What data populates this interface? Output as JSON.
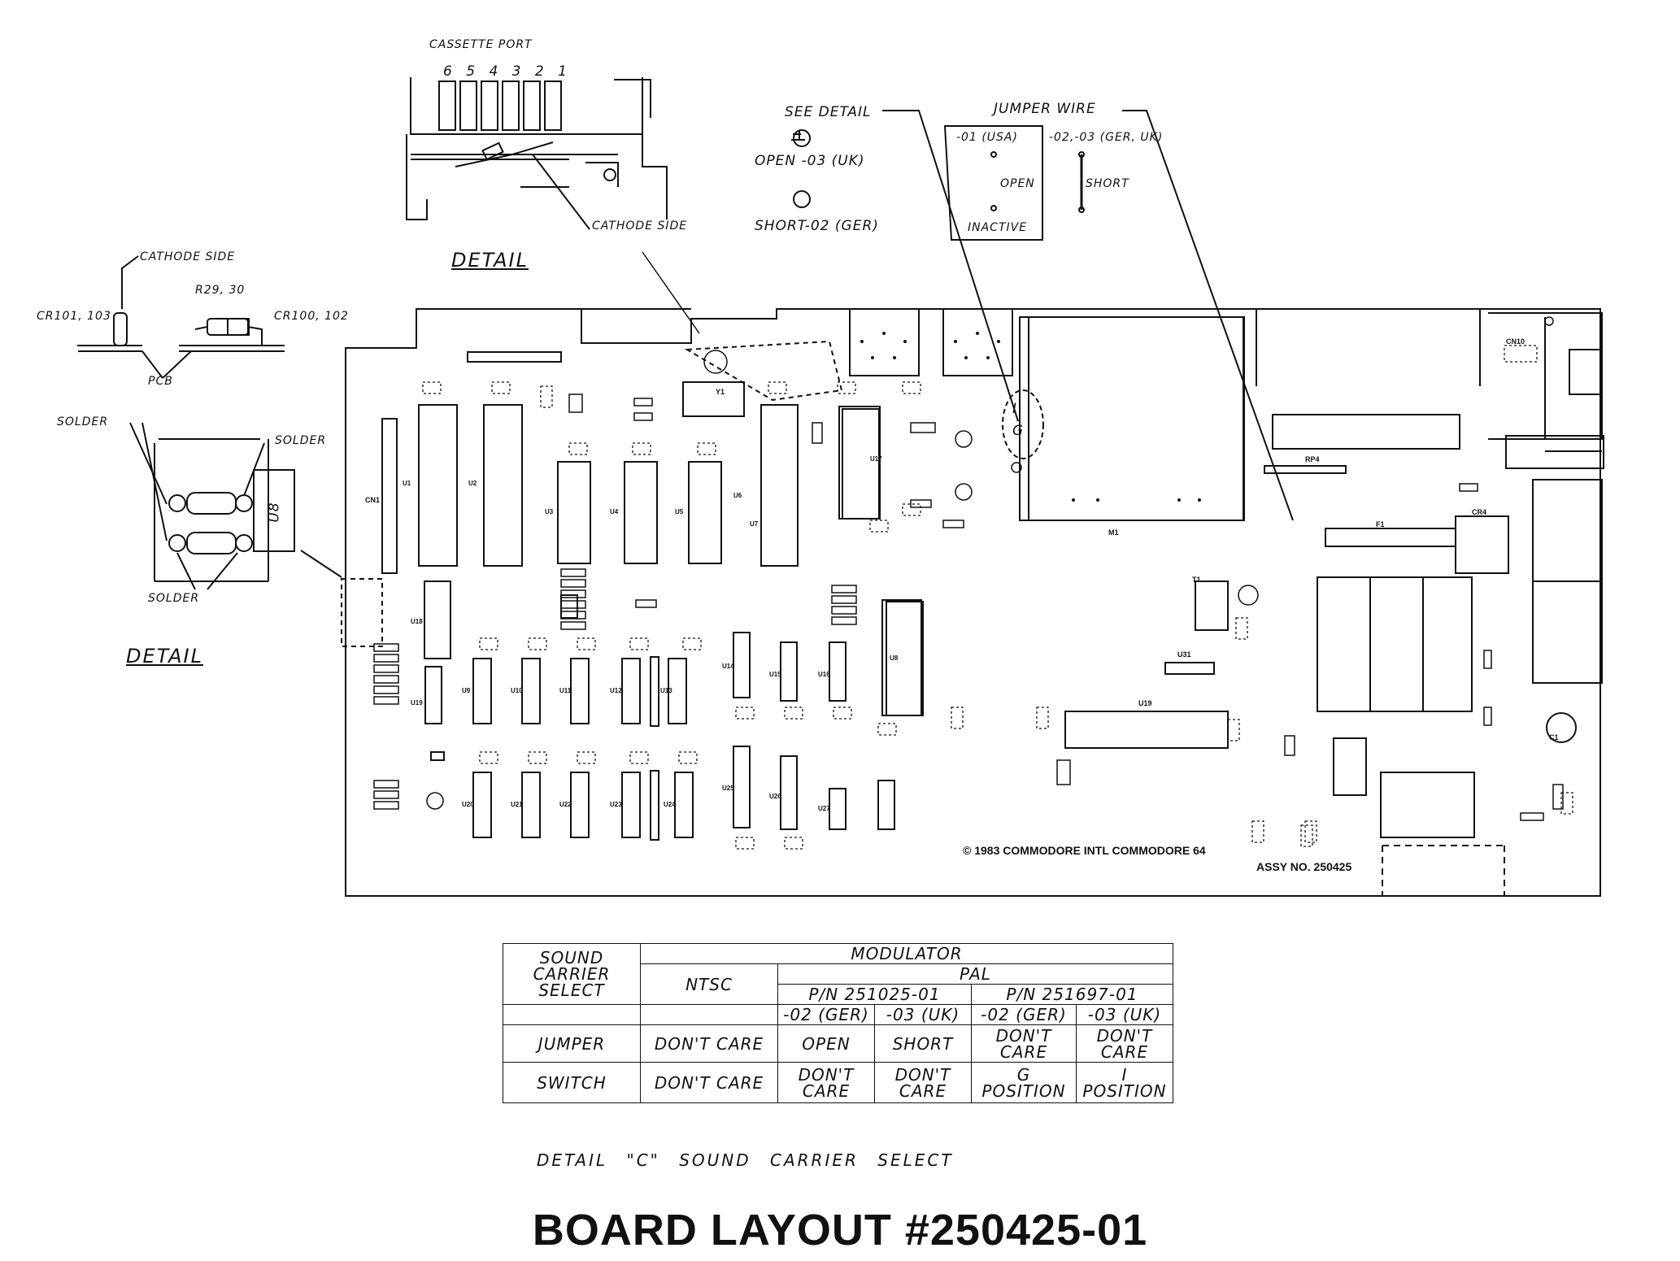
{
  "cassette_detail": {
    "port_label": "CASSETTE PORT",
    "pin_numbers": "6 5 4 3 2 1",
    "cathode_label": "CATHODE SIDE",
    "detail_label": "DETAIL"
  },
  "jumper_detail": {
    "see_detail": "SEE DETAIL",
    "open_label": "OPEN -03 (UK)",
    "short_label": "SHORT-02 (GER)",
    "jumper_wire": "JUMPER WIRE",
    "usa_label": "-01 (USA)",
    "ger_uk_label": "-02,-03 (GER, UK)",
    "open_word": "OPEN",
    "inactive_word": "INACTIVE",
    "short_word": "SHORT"
  },
  "diode_detail": {
    "cathode_label": "CATHODE SIDE",
    "resistor_label": "R29, 30",
    "left_diodes": "CR101, 103",
    "right_diodes": "CR100, 102",
    "pcb_label": "PCB"
  },
  "solder_detail": {
    "solder_1": "SOLDER",
    "solder_2": "SOLDER",
    "solder_3": "SOLDER",
    "chip_label": "U8",
    "detail_label": "DETAIL"
  },
  "board": {
    "copyright": "© 1983 COMMODORE INTL COMMODORE 64",
    "assy": "ASSY NO. 250425",
    "chips": [
      "U1",
      "U2",
      "U3",
      "U4",
      "U5",
      "U6",
      "U7",
      "U8",
      "U9",
      "U10",
      "U11",
      "U12",
      "U13",
      "U14",
      "U15",
      "U16",
      "U17",
      "U18",
      "U19",
      "U20",
      "U21",
      "U22",
      "U23",
      "U24",
      "U25",
      "U26",
      "U27"
    ],
    "labels": {
      "cn1": "CN1",
      "m1": "M1",
      "f1": "F1",
      "cr4": "CR4",
      "t1": "T1",
      "c1": "C1",
      "rp4": "RP4",
      "u31": "U31",
      "u19": "U19",
      "cn10": "CN10",
      "y1": "Y1",
      "g_pal": "G",
      "i_pal": "I"
    }
  },
  "sound_carrier_table": {
    "row_header": "SOUND CARRIER SELECT",
    "modulator": "MODULATOR",
    "ntsc": "NTSC",
    "pal": "PAL",
    "pn1": "P/N 251025-01",
    "pn2": "P/N 251697-01",
    "variants": [
      "-02 (GER)",
      "-03 (UK)",
      "-02 (GER)",
      "-03 (UK)"
    ],
    "jumper_row": {
      "label": "JUMPER",
      "values": [
        "DON'T CARE",
        "OPEN",
        "SHORT",
        "DON'T CARE",
        "DON'T CARE"
      ]
    },
    "switch_row": {
      "label": "SWITCH",
      "values": [
        "DON'T CARE",
        "DON'T CARE",
        "DON'T CARE",
        "G POSITION",
        "I POSITION"
      ]
    },
    "caption": "DETAIL \"C\" SOUND CARRIER SELECT"
  },
  "page_title": "BOARD LAYOUT #250425-01"
}
